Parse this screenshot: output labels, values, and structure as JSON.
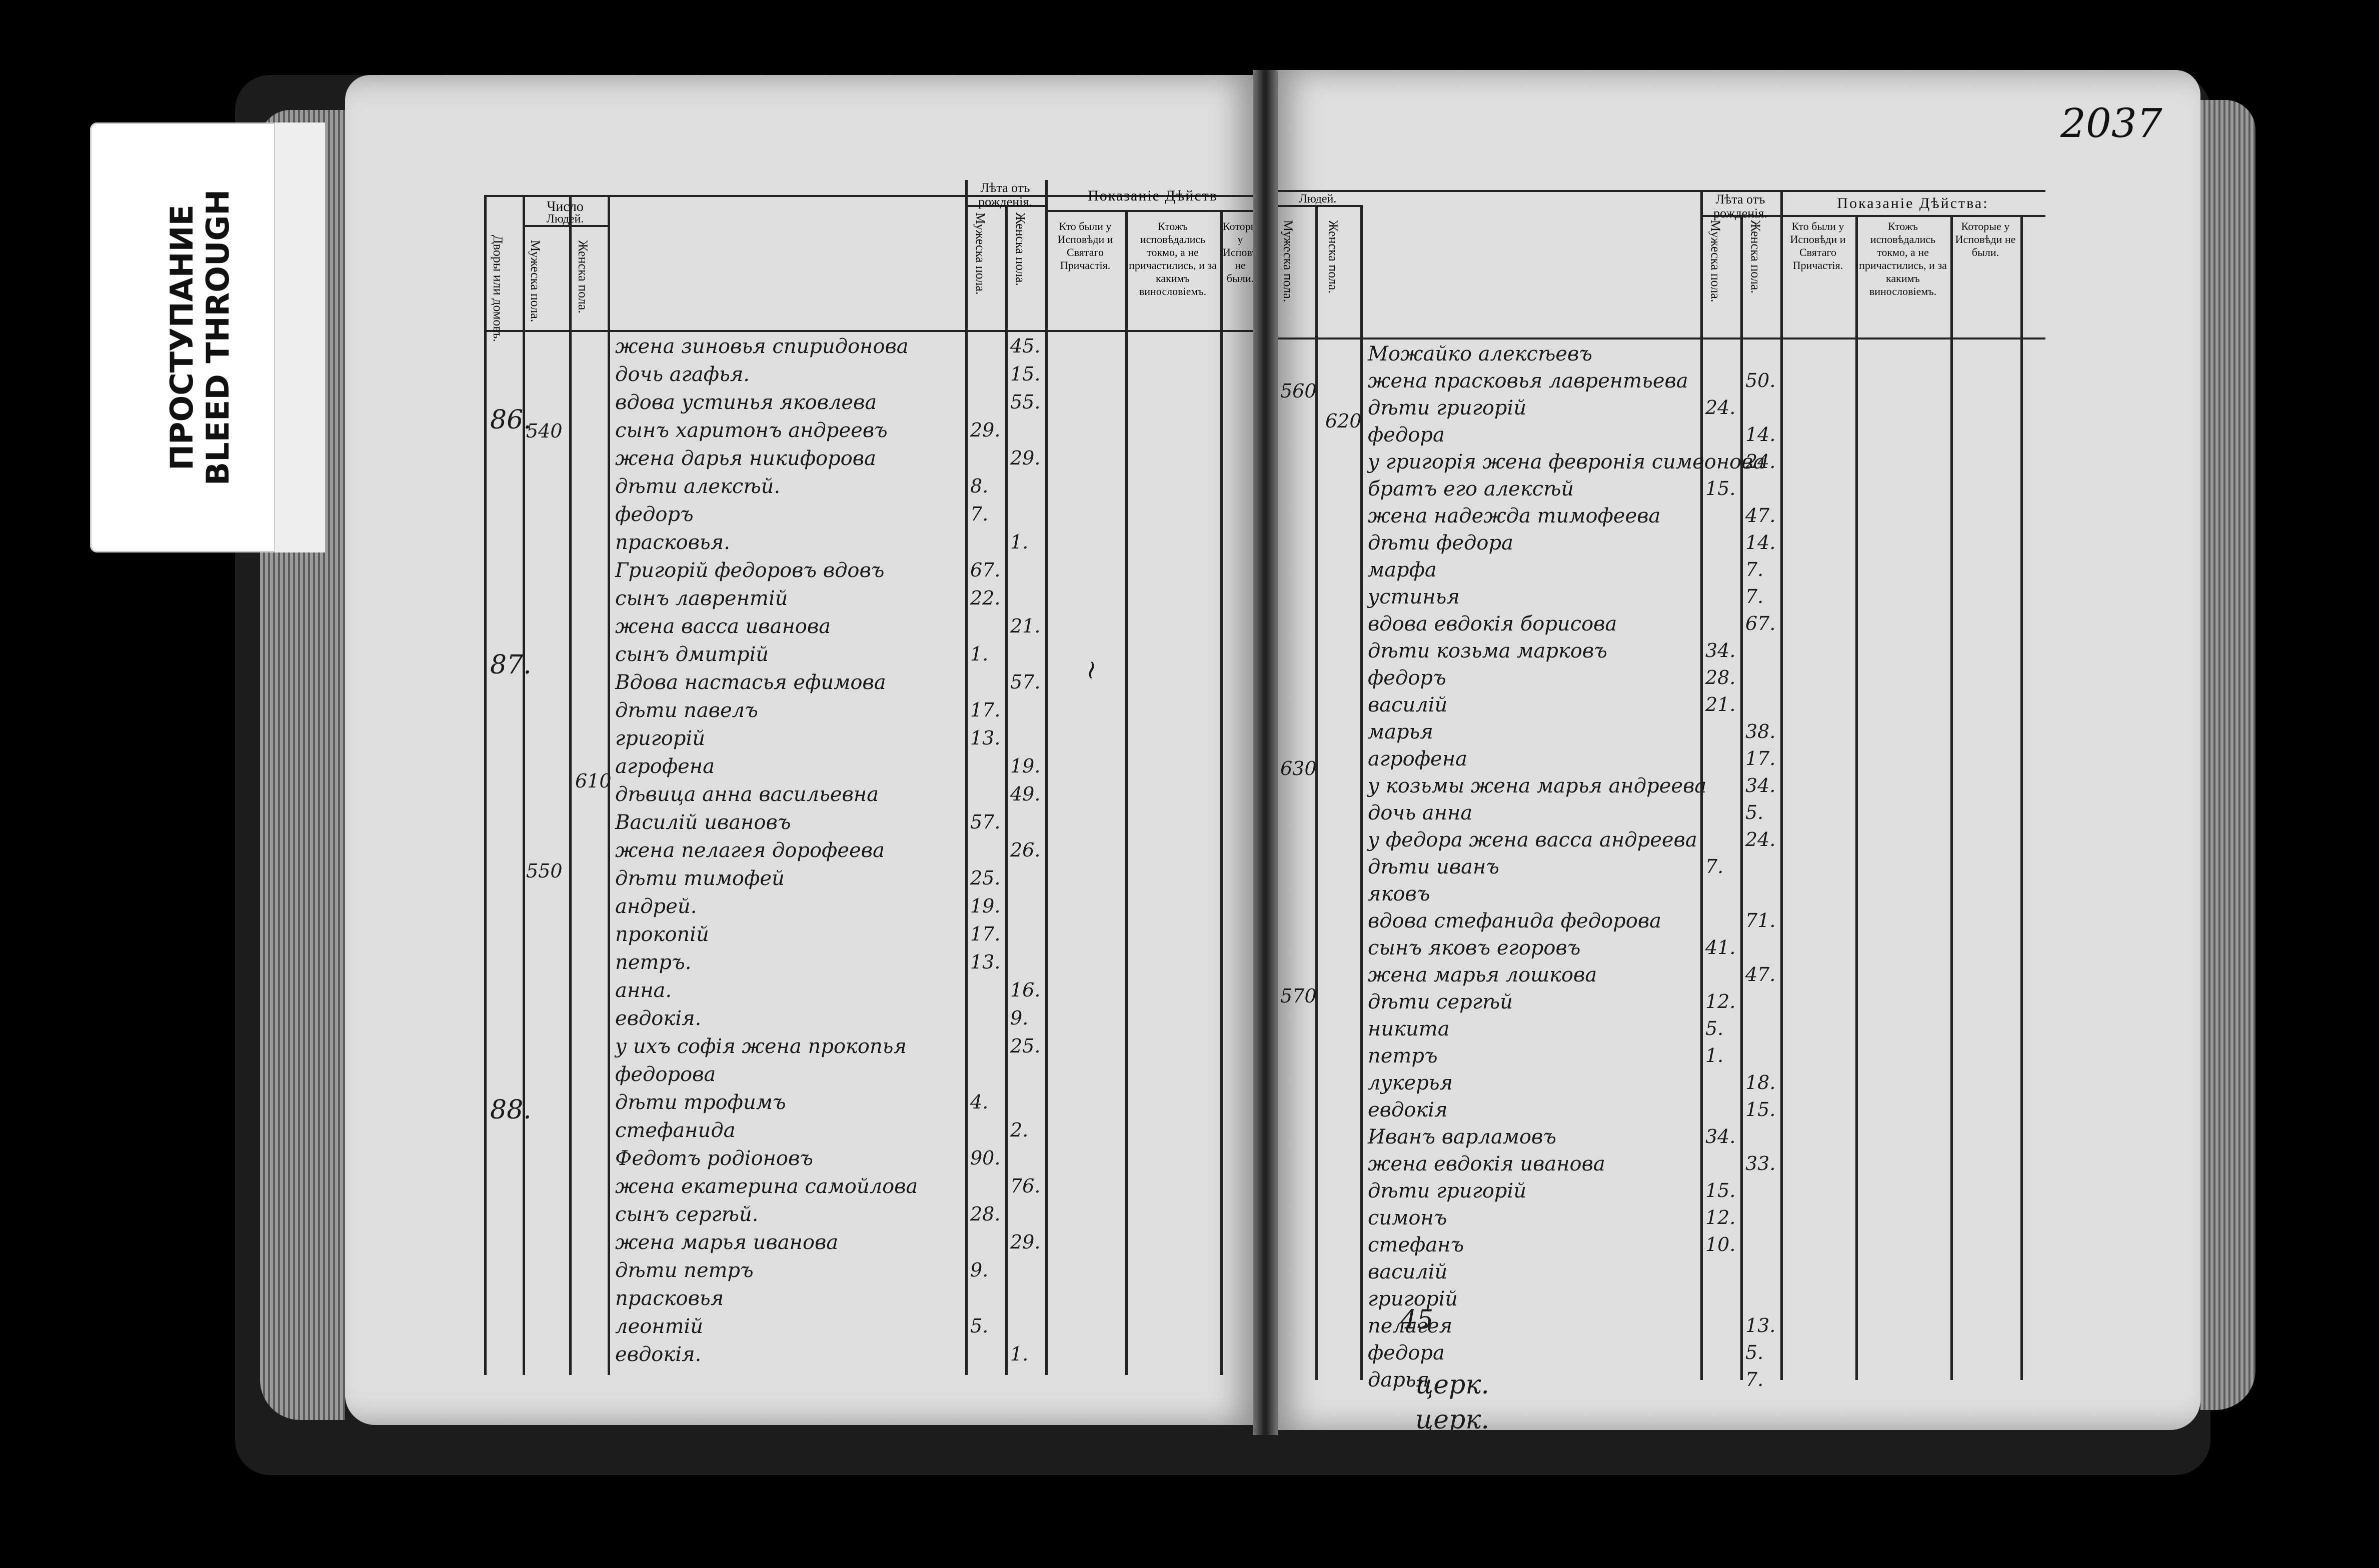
{
  "sticker": {
    "line1": "ПРОСТУПАНИЕ",
    "line2": "BLEED THROUGH"
  },
  "page_number": "2037",
  "header": {
    "dvor": "Дворы или домовъ.",
    "chislo": "Число",
    "lyudey": "Людей.",
    "muzh": "Мужеска пола.",
    "zhen": "Женска пола.",
    "leta": "Лѣта отъ рожденія.",
    "pokazanie_left": "Показаніе Дѣйств",
    "pokazanie_right": "Показаніе Дѣйства:",
    "kto_byli": "Кто были у Исповѣди и Святаго Причастія.",
    "ktozh": "Ктожъ исповѣдались токмо, а не причастились, и за какимъ винословіемъ.",
    "kotorye": "Которые у Исповѣди не были."
  },
  "left_entries": [
    {
      "text": "жена зиновья спиридонова",
      "m": "",
      "f": "45."
    },
    {
      "text": "дочь агафья.",
      "m": "",
      "f": "15."
    },
    {
      "text": "вдова устинья яковлева",
      "m": "",
      "f": "55."
    },
    {
      "text": "сынъ харитонъ андреевъ",
      "m": "29.",
      "f": ""
    },
    {
      "text": "жена дарья никифорова",
      "m": "",
      "f": "29."
    },
    {
      "text": "дѣти алексѣй.",
      "m": "8.",
      "f": ""
    },
    {
      "text": "федоръ",
      "m": "7.",
      "f": ""
    },
    {
      "text": "прасковья.",
      "m": "",
      "f": "1."
    },
    {
      "text": "Григорій федоровъ вдовъ",
      "m": "67.",
      "f": ""
    },
    {
      "text": "сынъ лаврентій",
      "m": "22.",
      "f": ""
    },
    {
      "text": "жена васса иванова",
      "m": "",
      "f": "21."
    },
    {
      "text": "сынъ дмитрій",
      "m": "1.",
      "f": ""
    },
    {
      "text": "Вдова настасья ефимова",
      "m": "",
      "f": "57."
    },
    {
      "text": "дѣти павелъ",
      "m": "17.",
      "f": ""
    },
    {
      "text": "григорій",
      "m": "13.",
      "f": ""
    },
    {
      "text": "агрофена",
      "m": "",
      "f": "19."
    },
    {
      "text": "дѣвица анна васильевна",
      "m": "",
      "f": "49."
    },
    {
      "text": "Василій ивановъ",
      "m": "57.",
      "f": ""
    },
    {
      "text": "жена пелагея дорофеева",
      "m": "",
      "f": "26."
    },
    {
      "text": "дѣти тимофей",
      "m": "25.",
      "f": ""
    },
    {
      "text": "андрей.",
      "m": "19.",
      "f": ""
    },
    {
      "text": "прокопій",
      "m": "17.",
      "f": ""
    },
    {
      "text": "петръ.",
      "m": "13.",
      "f": ""
    },
    {
      "text": "анна.",
      "m": "",
      "f": "16."
    },
    {
      "text": "евдокія.",
      "m": "",
      "f": "9."
    },
    {
      "text": "у ихъ софія жена прокопья",
      "m": "",
      "f": "25."
    },
    {
      "text": "федорова",
      "m": "",
      "f": ""
    },
    {
      "text": "дѣти трофимъ",
      "m": "4.",
      "f": ""
    },
    {
      "text": "стефанида",
      "m": "",
      "f": "2."
    },
    {
      "text": "Федотъ родіоновъ",
      "m": "90.",
      "f": ""
    },
    {
      "text": "жена екатерина самойлова",
      "m": "",
      "f": "76."
    },
    {
      "text": "сынъ сергѣй.",
      "m": "28.",
      "f": ""
    },
    {
      "text": "жена марья иванова",
      "m": "",
      "f": "29."
    },
    {
      "text": "дѣти петръ",
      "m": "9.",
      "f": ""
    },
    {
      "text": "прасковья",
      "m": "",
      "f": ""
    },
    {
      "text": "леонтій",
      "m": "5.",
      "f": ""
    },
    {
      "text": "евдокія.",
      "m": "",
      "f": "1."
    }
  ],
  "left_dvor": [
    "86.",
    "87.",
    "88."
  ],
  "left_counts": [
    "540",
    "610",
    "550"
  ],
  "right_entries": [
    {
      "text": "Можайко алексѣевъ",
      "m": "",
      "f": ""
    },
    {
      "text": "жена прасковья лаврентьева",
      "m": "",
      "f": "50."
    },
    {
      "text": "дѣти григорій",
      "m": "24.",
      "f": ""
    },
    {
      "text": "федора",
      "m": "",
      "f": "14."
    },
    {
      "text": "у григорія жена февронія симеонова",
      "m": "",
      "f": "24."
    },
    {
      "text": "братъ его алексѣй",
      "m": "15.",
      "f": ""
    },
    {
      "text": "жена надежда тимофеева",
      "m": "",
      "f": "47."
    },
    {
      "text": "дѣти федора",
      "m": "",
      "f": "14."
    },
    {
      "text": "марфа",
      "m": "",
      "f": "7."
    },
    {
      "text": "устинья",
      "m": "",
      "f": "7."
    },
    {
      "text": "вдова евдокія борисова",
      "m": "",
      "f": "67."
    },
    {
      "text": "дѣти козьма марковъ",
      "m": "34.",
      "f": ""
    },
    {
      "text": "федоръ",
      "m": "28.",
      "f": ""
    },
    {
      "text": "василій",
      "m": "21.",
      "f": ""
    },
    {
      "text": "марья",
      "m": "",
      "f": "38."
    },
    {
      "text": "агрофена",
      "m": "",
      "f": "17."
    },
    {
      "text": "у козьмы жена марья андреева",
      "m": "",
      "f": "34."
    },
    {
      "text": "дочь анна",
      "m": "",
      "f": "5."
    },
    {
      "text": "у федора жена васса андреева",
      "m": "",
      "f": "24."
    },
    {
      "text": "дѣти иванъ",
      "m": "7.",
      "f": ""
    },
    {
      "text": "яковъ",
      "m": "",
      "f": ""
    },
    {
      "text": "вдова стефанида федорова",
      "m": "",
      "f": "71."
    },
    {
      "text": "сынъ яковъ егоровъ",
      "m": "41.",
      "f": ""
    },
    {
      "text": "жена марья лошкова",
      "m": "",
      "f": "47."
    },
    {
      "text": "дѣти сергѣй",
      "m": "12.",
      "f": ""
    },
    {
      "text": "никита",
      "m": "5.",
      "f": ""
    },
    {
      "text": "петръ",
      "m": "1.",
      "f": ""
    },
    {
      "text": "лукерья",
      "m": "",
      "f": "18."
    },
    {
      "text": "евдокія",
      "m": "",
      "f": "15."
    },
    {
      "text": "Иванъ варламовъ",
      "m": "34.",
      "f": ""
    },
    {
      "text": "жена евдокія иванова",
      "m": "",
      "f": "33."
    },
    {
      "text": "дѣти григорій",
      "m": "15.",
      "f": ""
    },
    {
      "text": "симонъ",
      "m": "12.",
      "f": ""
    },
    {
      "text": "стефанъ",
      "m": "10.",
      "f": ""
    },
    {
      "text": "василій",
      "m": "",
      "f": ""
    },
    {
      "text": "григорій",
      "m": "",
      "f": ""
    },
    {
      "text": "пелагея",
      "m": "",
      "f": "13."
    },
    {
      "text": "федора",
      "m": "",
      "f": "5."
    },
    {
      "text": "дарья",
      "m": "",
      "f": "7."
    }
  ],
  "right_counts": [
    "560",
    "620",
    "630",
    "570"
  ],
  "marks": {
    "right_bottom1": "45",
    "right_bottom2": "церк.",
    "right_bottom3": "церк."
  }
}
